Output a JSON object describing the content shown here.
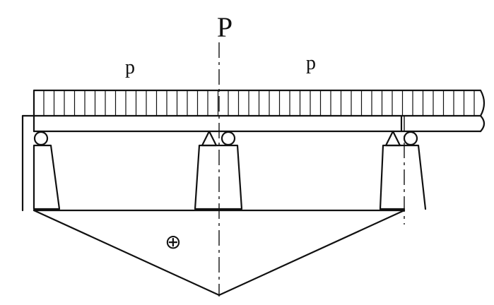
{
  "labels": {
    "point_load": "P",
    "distributed_load_left": "p",
    "distributed_load_right": "p",
    "sign": "⊕"
  },
  "colors": {
    "ink": "#111111",
    "background": "#ffffff"
  }
}
